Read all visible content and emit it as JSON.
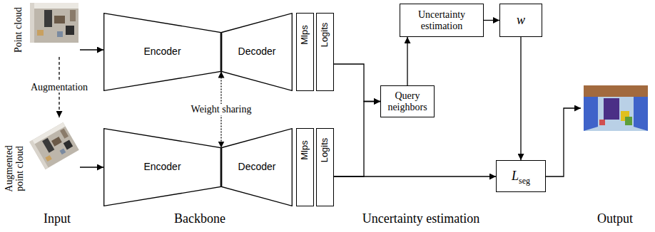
{
  "diagram": {
    "nodes": [
      {
        "text": [
          "Point cloud"
        ]
      },
      {
        "text": [
          "Augmented point cloud"
        ]
      },
      {
        "text": [
          "Encoder"
        ]
      },
      {
        "text": [
          "Decoder"
        ]
      },
      {
        "text": [
          "Mlps"
        ]
      },
      {
        "text": [
          "Logits"
        ]
      },
      {
        "text": [
          "Encoder"
        ]
      },
      {
        "text": [
          "Decoder"
        ]
      },
      {
        "text": [
          "Mlps"
        ]
      },
      {
        "text": [
          "Logits"
        ]
      },
      {
        "text": [
          "Uncertainty estimation"
        ]
      },
      {
        "text": [
          "w"
        ]
      },
      {
        "text": [
          "Query neighbors"
        ]
      },
      {
        "text": [
          "L",
          "seg"
        ]
      }
    ],
    "edges": [
      {
        "from": 0,
        "to": 2,
        "arrow": "to"
      },
      {
        "from": 0,
        "to": 1,
        "label": "Augmentation",
        "arrow": "to"
      },
      {
        "from": 1,
        "to": 6,
        "arrow": "to"
      },
      {
        "from": 2,
        "to": 6,
        "label": "Weight sharing",
        "arrow": "both"
      },
      {
        "from": 5,
        "to": 12,
        "arrow": "to"
      },
      {
        "from": 9,
        "to": 12,
        "arrow": "to"
      },
      {
        "from": 9,
        "to": 13,
        "arrow": "to"
      },
      {
        "from": 12,
        "to": 10,
        "arrow": "to"
      },
      {
        "from": 10,
        "to": 11,
        "arrow": "to"
      },
      {
        "from": 11,
        "to": 13,
        "arrow": "to"
      }
    ],
    "labels": [
      "Input",
      "Backbone",
      "Uncertainty estimation",
      "Output"
    ]
  }
}
